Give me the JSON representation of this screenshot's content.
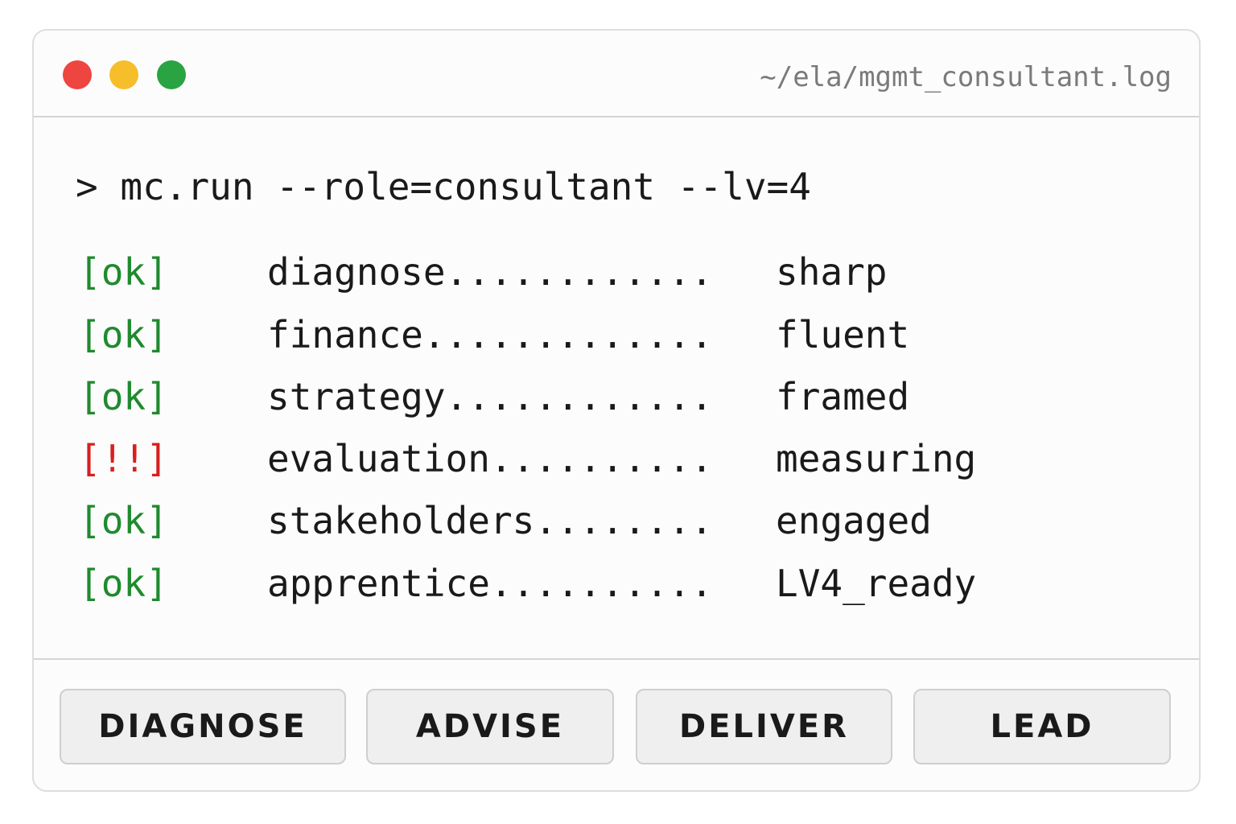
{
  "window": {
    "title_path": "~/ela/mgmt_consultant.log",
    "traffic_lights": [
      {
        "name": "close",
        "color": "#ee4540"
      },
      {
        "name": "minimize",
        "color": "#f7be2b"
      },
      {
        "name": "maximize",
        "color": "#2aa343"
      }
    ]
  },
  "terminal": {
    "command": "> mc.run --role=consultant --lv=4",
    "rows": [
      {
        "status": "[ok]",
        "status_color": "#1f8a2e",
        "task": "diagnose............",
        "result": "sharp"
      },
      {
        "status": "[ok]",
        "status_color": "#1f8a2e",
        "task": "finance.............",
        "result": "fluent"
      },
      {
        "status": "[ok]",
        "status_color": "#1f8a2e",
        "task": "strategy............",
        "result": "framed"
      },
      {
        "status": "[!!]",
        "status_color": "#d81f1f",
        "task": "evaluation..........",
        "result": "measuring"
      },
      {
        "status": "[ok]",
        "status_color": "#1f8a2e",
        "task": "stakeholders........",
        "result": "engaged"
      },
      {
        "status": "[ok]",
        "status_color": "#1f8a2e",
        "task": "apprentice..........",
        "result": "LV4_ready"
      }
    ]
  },
  "footer": {
    "buttons": [
      {
        "label": "DIAGNOSE"
      },
      {
        "label": "ADVISE"
      },
      {
        "label": "DELIVER"
      },
      {
        "label": "LEAD"
      }
    ]
  }
}
